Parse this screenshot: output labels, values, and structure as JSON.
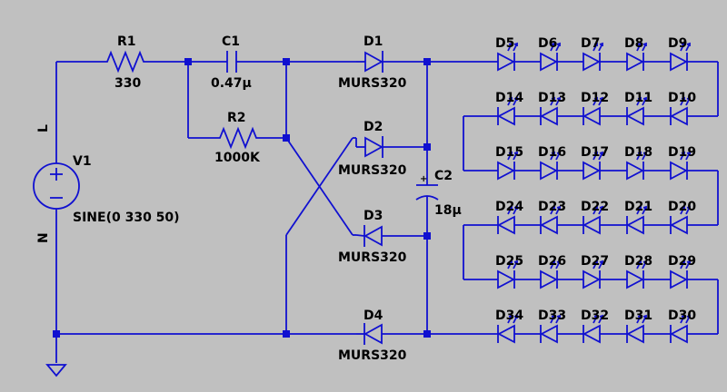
{
  "colors": {
    "background": "#c0c0c0",
    "wire": "#1010d0",
    "text": "#000000"
  },
  "components": {
    "R1": {
      "name": "R1",
      "value": "330"
    },
    "C1": {
      "name": "C1",
      "value": "0.47μ"
    },
    "R2": {
      "name": "R2",
      "value": "1000K"
    },
    "V1": {
      "name": "V1",
      "value": "SINE(0 330 50)"
    },
    "C2": {
      "name": "C2",
      "value": "18μ"
    },
    "D1": {
      "name": "D1",
      "value": "MURS320"
    },
    "D2": {
      "name": "D2",
      "value": "MURS320"
    },
    "D3": {
      "name": "D3",
      "value": "MURS320"
    },
    "D4": {
      "name": "D4",
      "value": "MURS320"
    }
  },
  "net_labels": {
    "line": "L",
    "neutral": "N"
  },
  "led_rows": [
    {
      "direction": "right",
      "labels": [
        "D5",
        "D6",
        "D7",
        "D8",
        "D9"
      ]
    },
    {
      "direction": "left",
      "labels": [
        "D14",
        "D13",
        "D12",
        "D11",
        "D10"
      ]
    },
    {
      "direction": "right",
      "labels": [
        "D15",
        "D16",
        "D17",
        "D18",
        "D19"
      ]
    },
    {
      "direction": "left",
      "labels": [
        "D24",
        "D23",
        "D22",
        "D21",
        "D20"
      ]
    },
    {
      "direction": "right",
      "labels": [
        "D25",
        "D26",
        "D27",
        "D28",
        "D29"
      ]
    },
    {
      "direction": "left",
      "labels": [
        "D34",
        "D33",
        "D32",
        "D31",
        "D30"
      ]
    }
  ]
}
